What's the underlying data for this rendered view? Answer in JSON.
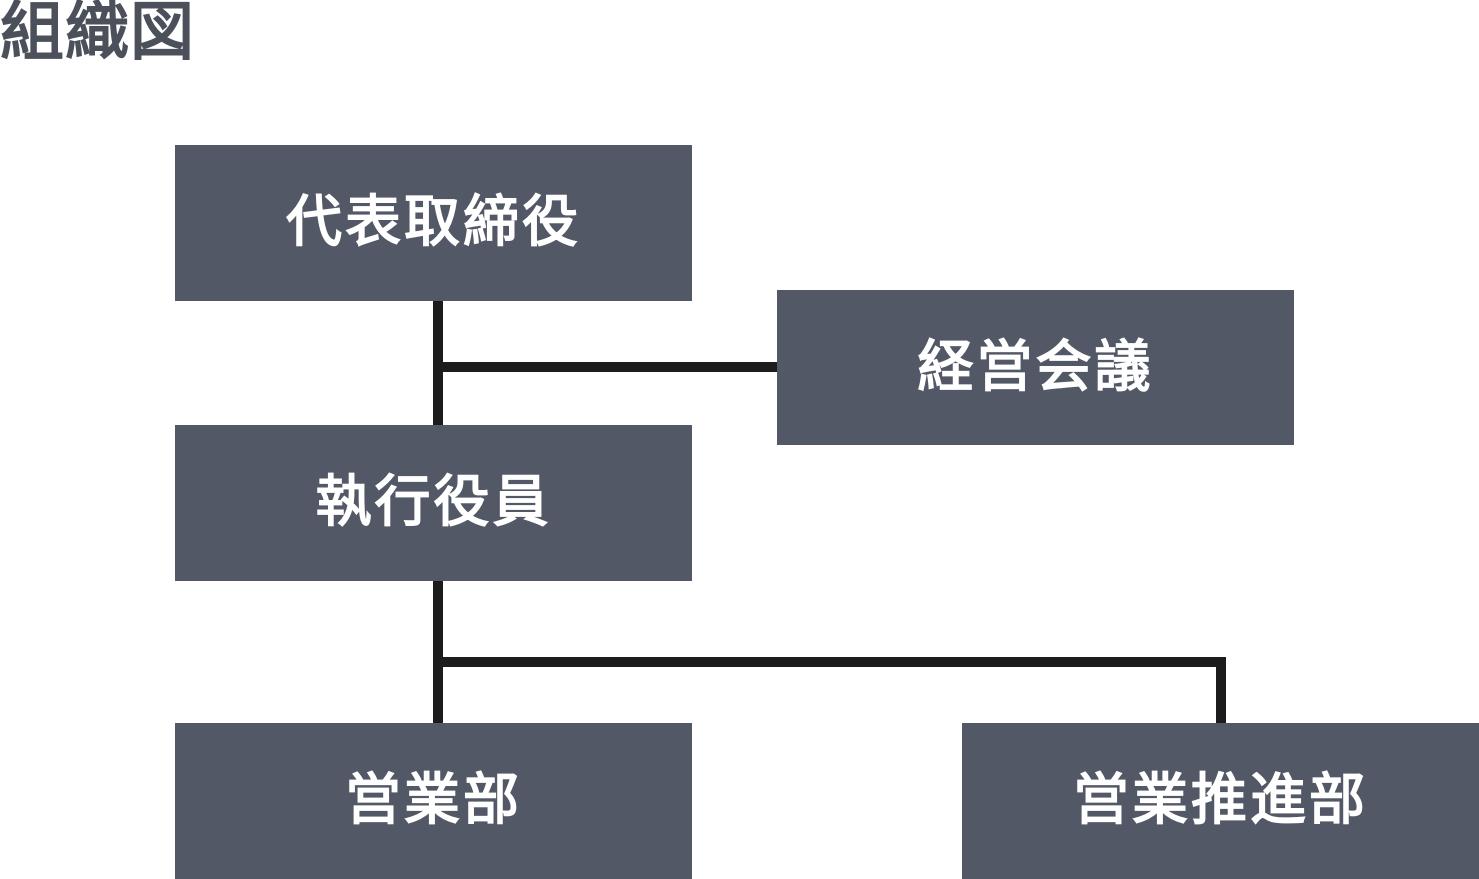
{
  "title": "組織図",
  "colors": {
    "title": "#4b505a",
    "node_fill": "#525866",
    "node_text": "#ffffff",
    "connector": "#1c1c1c",
    "background": "#ffffff"
  },
  "nodes": {
    "ceo": "代表取締役",
    "board": "経営会議",
    "executives": "執行役員",
    "sales": "営業部",
    "sales_promotion": "営業推進部"
  }
}
